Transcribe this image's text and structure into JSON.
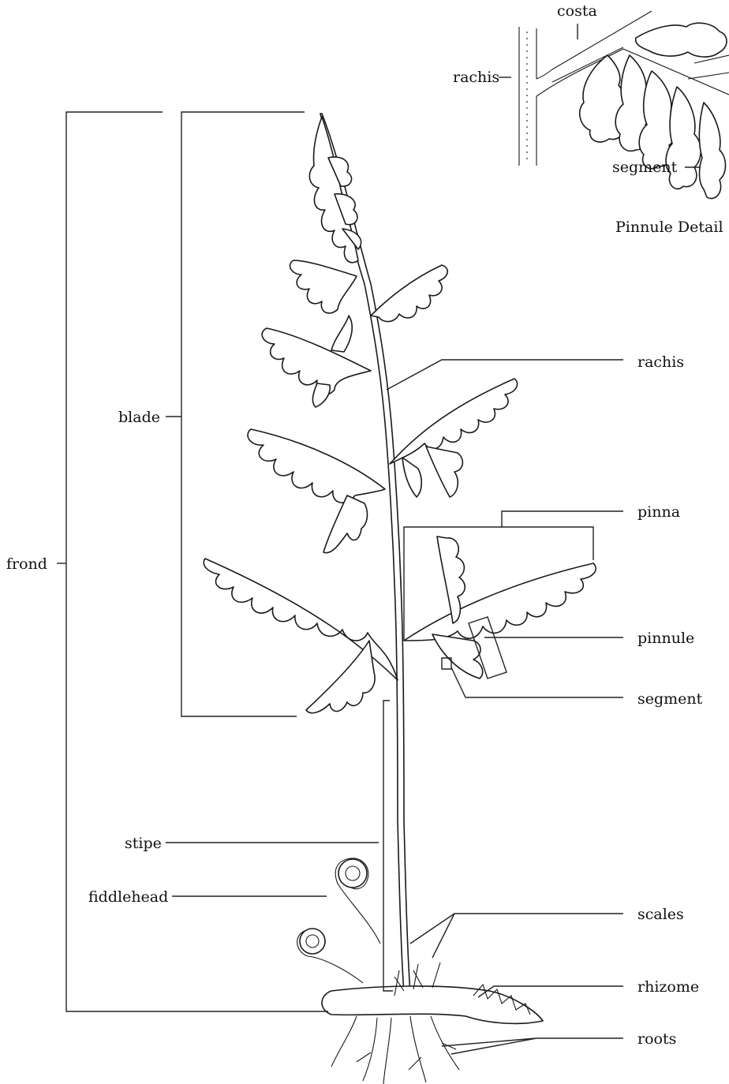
{
  "detail": {
    "title": "Pinnule Detail",
    "labels": {
      "costa": "costa",
      "rachis": "rachis",
      "segment": "segment"
    }
  },
  "labels": {
    "rachis": "rachis",
    "pinna": "pinna",
    "pinnule": "pinnule",
    "segment": "segment",
    "scales": "scales",
    "rhizome": "rhizome",
    "roots": "roots",
    "blade": "blade",
    "frond": "frond",
    "stipe": "stipe",
    "fiddlehead": "fiddlehead"
  },
  "colors": {
    "ink": "#1a1a1a",
    "background": "#ffffff"
  }
}
